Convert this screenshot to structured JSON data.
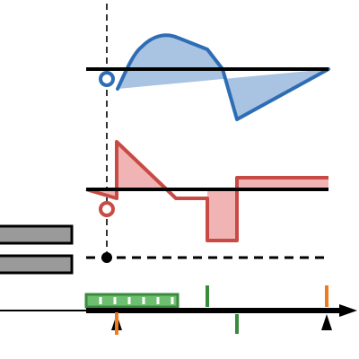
{
  "diagram": {
    "kind": "timing-diagram",
    "colors": {
      "blue_stroke": "#2e6db4",
      "blue_fill": "#a9c3e3",
      "red_stroke": "#c94a44",
      "red_fill": "#f0b4b4",
      "green": "#3a8a3e",
      "green_fill": "#6cbf6e",
      "orange": "#f07a1e",
      "gray_bar": "#9a9a9a",
      "axis": "#000000"
    },
    "icons": [
      "open-circle-marker",
      "filled-dot-marker",
      "arrow-head",
      "filled-triangle-marker"
    ]
  }
}
